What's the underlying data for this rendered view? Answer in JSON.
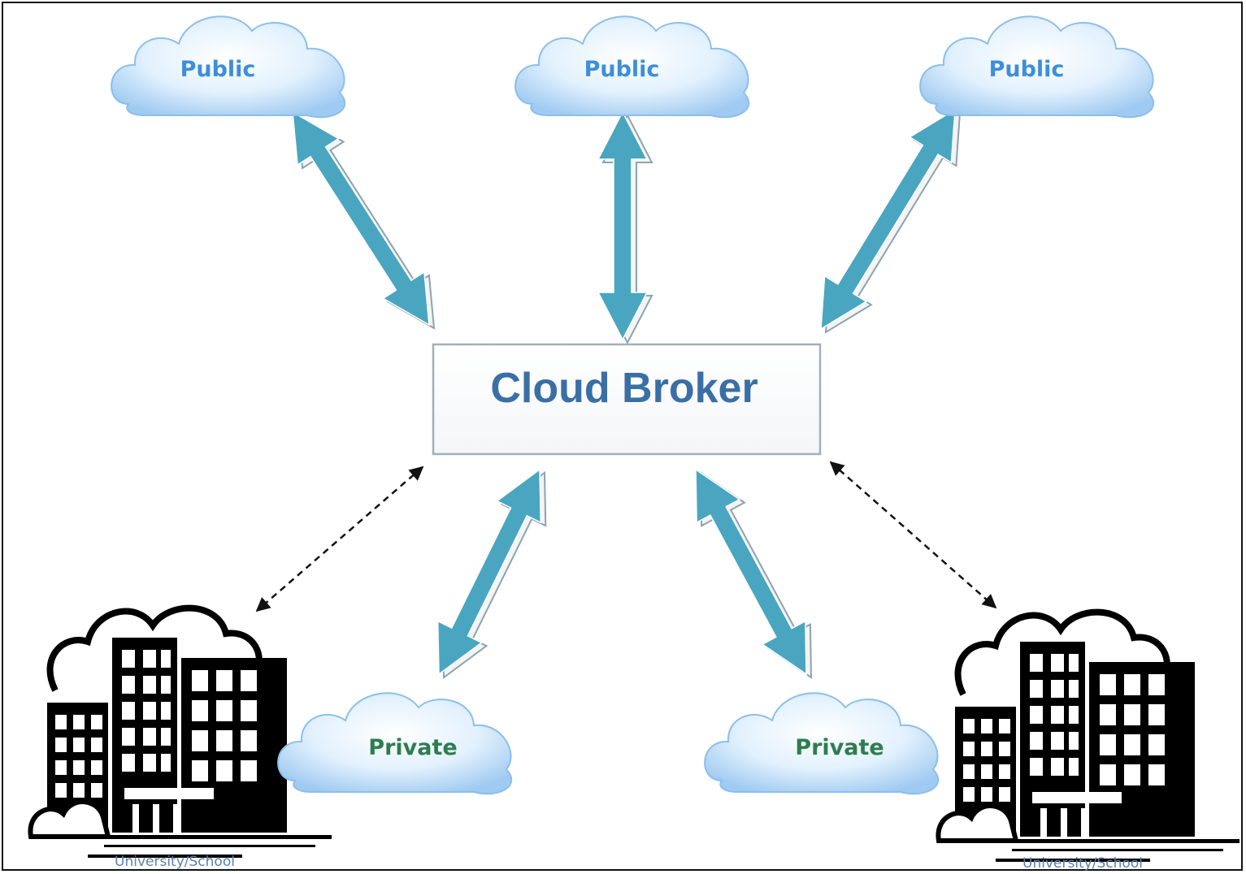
{
  "broker": {
    "label": "Cloud Broker"
  },
  "public_clouds": [
    {
      "label": "Public"
    },
    {
      "label": "Public"
    },
    {
      "label": "Public"
    }
  ],
  "private_clouds": [
    {
      "label": "Private"
    },
    {
      "label": "Private"
    }
  ],
  "buildings": [
    {
      "caption": "University/School"
    },
    {
      "caption": "University/School"
    }
  ],
  "colors": {
    "arrow_fill": "#4aa6c0",
    "arrow_outline": "#8fa3ad",
    "public_text": "#3e8ed8",
    "private_text": "#2e7d4f",
    "broker_text": "#3a6fa5",
    "caption_text": "#5a7fb0",
    "building": "#000000"
  }
}
